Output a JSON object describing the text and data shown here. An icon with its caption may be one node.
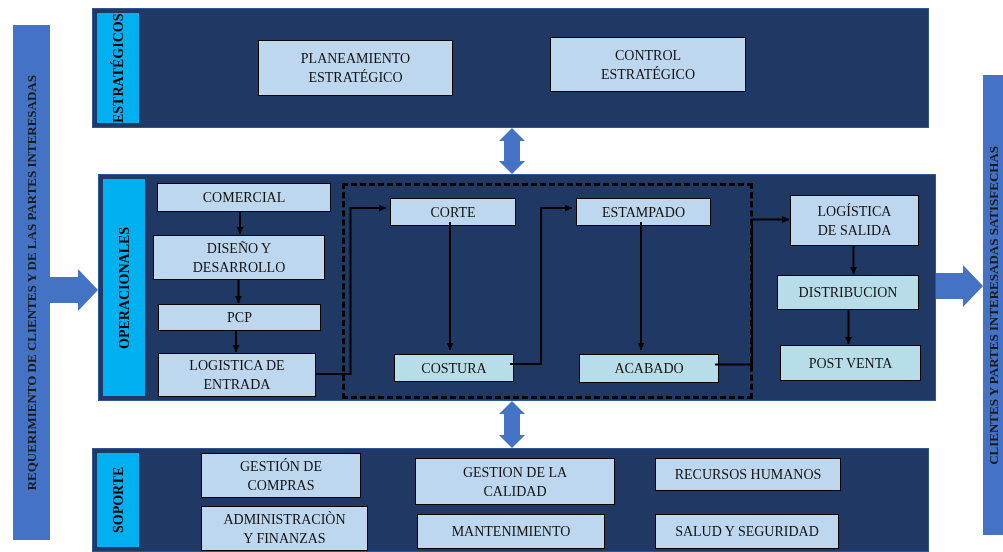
{
  "diagram": {
    "nodes": [
      {
        "text": [
          "REQUERIMIENTO DE CLIENTES Y DE LAS PARTES INTERESADAS"
        ]
      },
      {
        "text": [
          "ESTRATÉGICOS"
        ]
      },
      {
        "text": [
          "PLANEAMIENTO ESTRATÉGICO"
        ],
        "in": 1
      },
      {
        "text": [
          "CONTROL ESTRATÉGICO"
        ],
        "in": 1
      },
      {
        "text": [
          "OPERACIONALES"
        ]
      },
      {
        "text": [
          "COMERCIAL"
        ],
        "in": 4
      },
      {
        "text": [
          "DISEÑO Y DESARROLLO"
        ],
        "in": 4
      },
      {
        "text": [
          "PCP"
        ],
        "in": 4
      },
      {
        "text": [
          "LOGISTICA DE ENTRADA"
        ],
        "in": 4
      },
      {
        "text": [],
        "shape": "box",
        "in": 4
      },
      {
        "text": [
          "CORTE"
        ],
        "in": 9
      },
      {
        "text": [
          "COSTURA"
        ],
        "in": 9
      },
      {
        "text": [
          "ESTAMPADO"
        ],
        "in": 9
      },
      {
        "text": [
          "ACABADO"
        ],
        "in": 9
      },
      {
        "text": [
          "LOGÍSTICA DE SALIDA"
        ],
        "in": 4
      },
      {
        "text": [
          "DISTRIBUCION"
        ],
        "in": 4
      },
      {
        "text": [
          "POST VENTA"
        ],
        "in": 4
      },
      {
        "text": [
          "SOPORTE"
        ]
      },
      {
        "text": [
          "GESTIÓN DE COMPRAS"
        ],
        "in": 17
      },
      {
        "text": [
          "GESTION DE LA CALIDAD"
        ],
        "in": 17
      },
      {
        "text": [
          "RECURSOS HUMANOS"
        ],
        "in": 17
      },
      {
        "text": [
          "ADMINISTRACIÒN Y FINANZAS"
        ],
        "in": 17
      },
      {
        "text": [
          "MANTENIMIENTO"
        ],
        "in": 17
      },
      {
        "text": [
          "SALUD Y SEGURIDAD"
        ],
        "in": 17
      },
      {
        "text": [
          "CLIENTES Y PARTES INTERESADAS SATISFECHAS"
        ]
      }
    ],
    "edges": [
      {
        "from": 0,
        "to": 4,
        "arrow": "to",
        "style": "thick",
        "color": "#4472c4"
      },
      {
        "from": 4,
        "to": 24,
        "arrow": "to",
        "style": "thick",
        "color": "#4472c4"
      },
      {
        "from": 1,
        "to": 4,
        "arrow": "both",
        "style": "thick",
        "color": "#4472c4"
      },
      {
        "from": 4,
        "to": 17,
        "arrow": "both",
        "style": "thick",
        "color": "#4472c4"
      },
      {
        "from": 5,
        "to": 6,
        "arrow": "to"
      },
      {
        "from": 6,
        "to": 7,
        "arrow": "to"
      },
      {
        "from": 7,
        "to": 8,
        "arrow": "to"
      },
      {
        "from": 8,
        "to": 10,
        "arrow": "to"
      },
      {
        "from": 10,
        "to": 11,
        "arrow": "to"
      },
      {
        "from": 11,
        "to": 12,
        "arrow": "to"
      },
      {
        "from": 12,
        "to": 13,
        "arrow": "to"
      },
      {
        "from": 13,
        "to": 14,
        "arrow": "to"
      },
      {
        "from": 14,
        "to": 15,
        "arrow": "to"
      },
      {
        "from": 15,
        "to": 16,
        "arrow": "to"
      }
    ]
  }
}
